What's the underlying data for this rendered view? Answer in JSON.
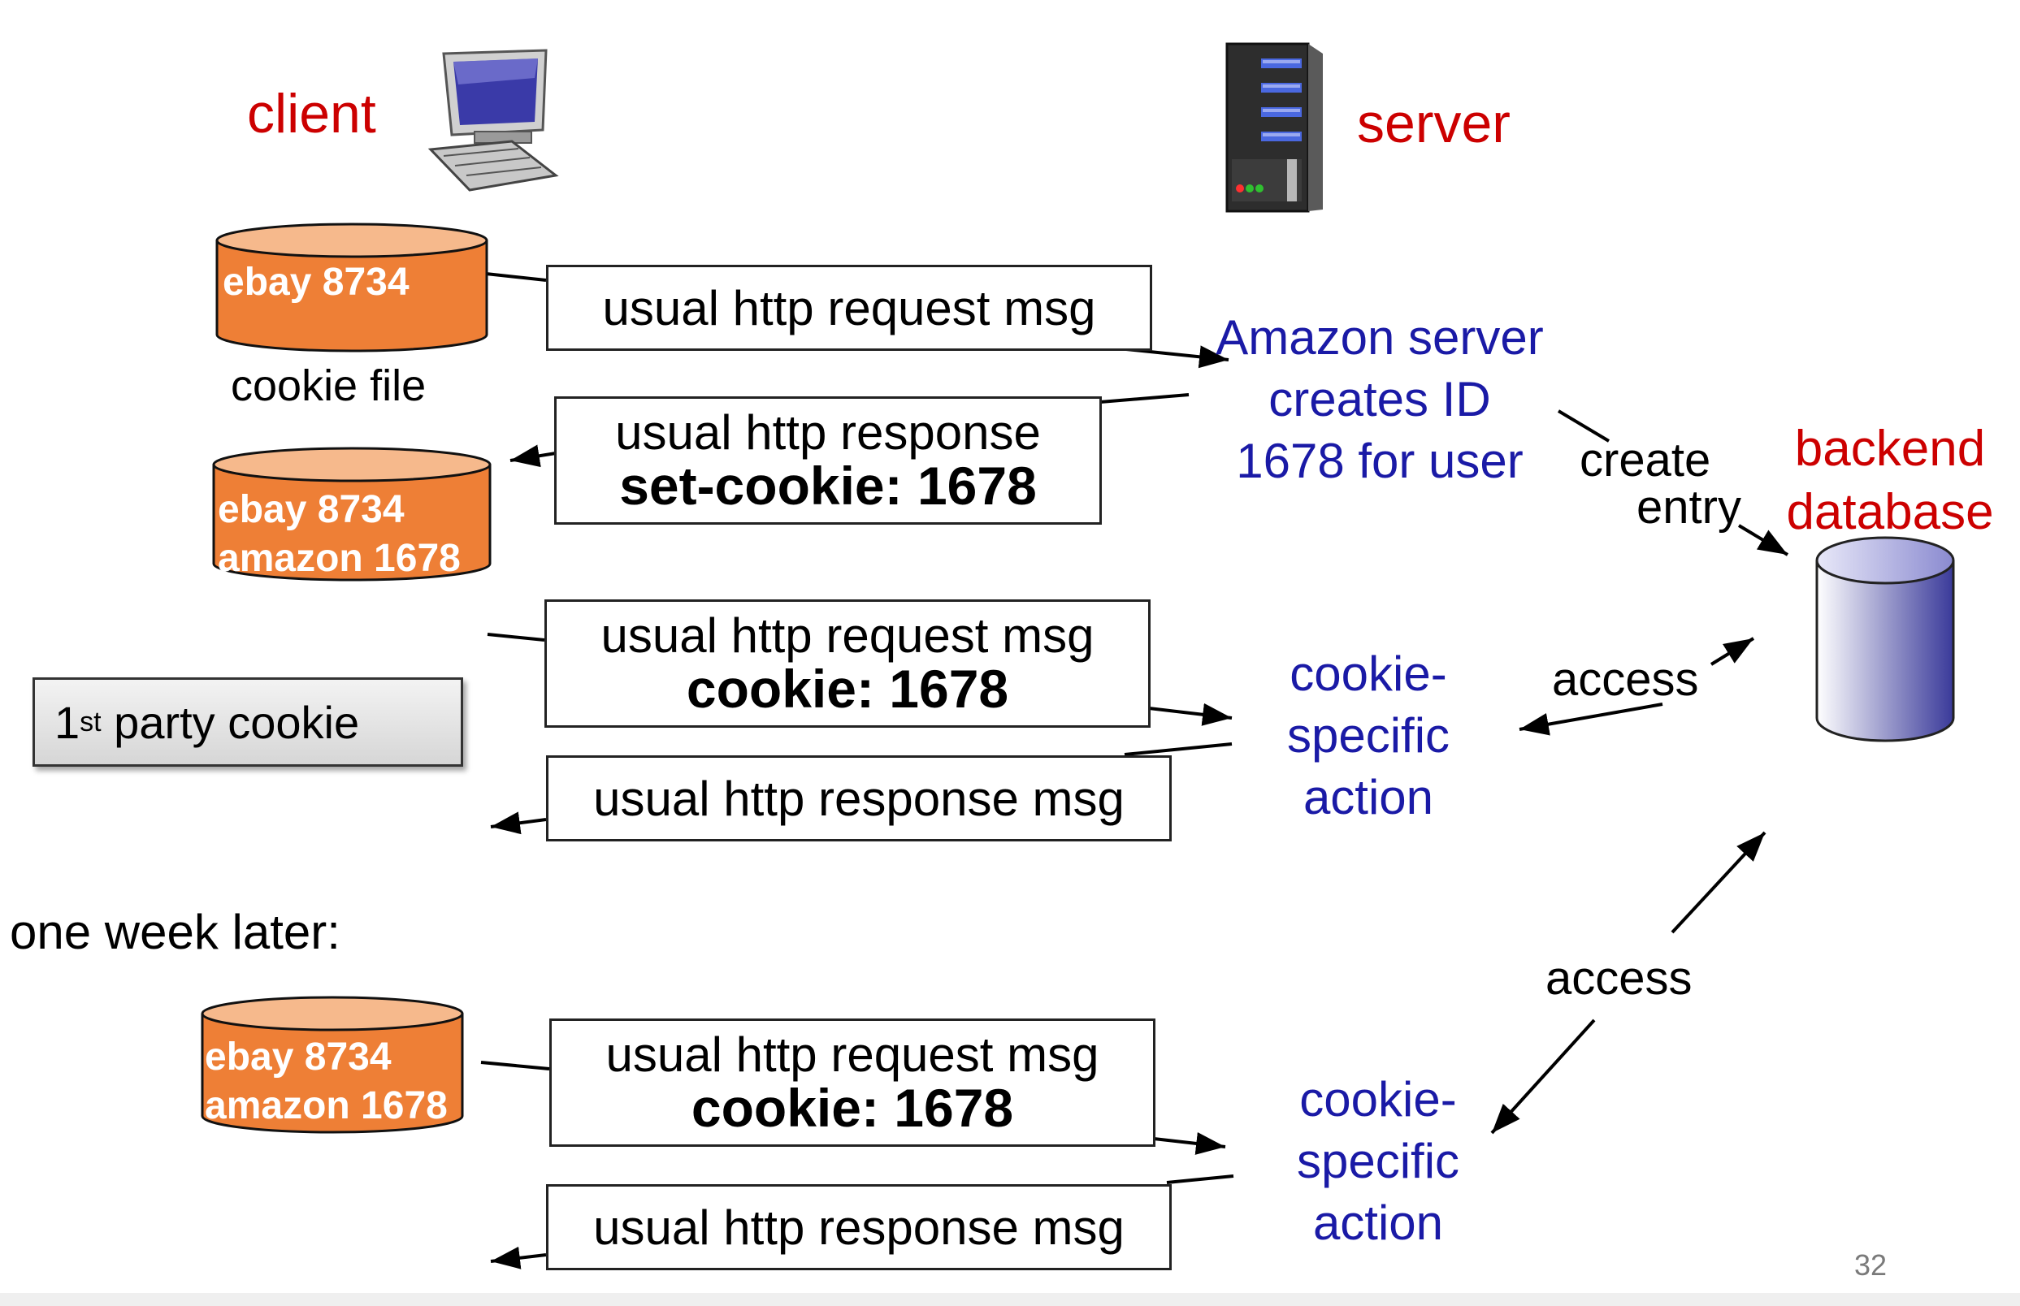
{
  "labels": {
    "client": "client",
    "server": "server",
    "cookie_file": "cookie file",
    "backend_database": [
      "backend",
      "database"
    ],
    "one_week_later": "one week later:",
    "create_entry": [
      "create",
      "entry"
    ],
    "access_1": "access",
    "access_2": "access",
    "page_number": "32"
  },
  "cookie_files": [
    {
      "lines": [
        "ebay 8734"
      ]
    },
    {
      "lines": [
        "ebay 8734",
        "amazon 1678"
      ]
    },
    {
      "lines": [
        "ebay 8734",
        "amazon 1678"
      ]
    }
  ],
  "messages": [
    {
      "lines": [
        "usual http request msg"
      ],
      "bold": []
    },
    {
      "lines": [
        "usual http response"
      ],
      "bold": [
        "set-cookie: 1678"
      ]
    },
    {
      "lines": [
        "usual http request msg"
      ],
      "bold": [
        "cookie: 1678"
      ]
    },
    {
      "lines": [
        "usual http response msg"
      ],
      "bold": []
    },
    {
      "lines": [
        "usual http request msg"
      ],
      "bold": [
        "cookie: 1678"
      ]
    },
    {
      "lines": [
        "usual http response msg"
      ],
      "bold": []
    }
  ],
  "server_actions": [
    {
      "lines": [
        "Amazon server",
        "creates ID",
        "1678 for user"
      ]
    },
    {
      "lines": [
        "cookie-",
        "specific",
        "action"
      ]
    },
    {
      "lines": [
        "cookie-",
        "specific",
        "action"
      ]
    }
  ],
  "party_cookie": {
    "number": "1",
    "suffix": "st",
    "rest": " party cookie"
  },
  "colors": {
    "title_red": "#cc0000",
    "action_navy": "#1a1aa6",
    "cookie_orange": "#ee7f36",
    "cookie_top": "#f6b98c",
    "db_blue": "#3a3a9a"
  },
  "icons": [
    "computer-icon",
    "server-tower-icon",
    "database-icon"
  ]
}
